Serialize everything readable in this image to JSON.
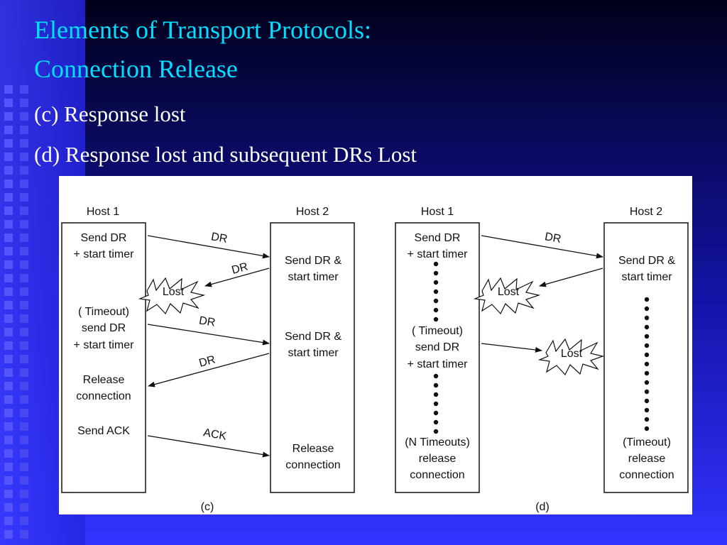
{
  "slide": {
    "title_line1": "Elements of Transport Protocols:",
    "title_line2": "Connection Release",
    "bullets": [
      "(c) Response lost",
      "(d) Response lost and subsequent DRs Lost"
    ]
  },
  "colors": {
    "background": "#2b2bff",
    "title": "#00e0ff",
    "bullet_text": "#ffffff"
  },
  "diagram_c": {
    "caption": "(c)",
    "host1_label": "Host 1",
    "host2_label": "Host 2",
    "host1_text": [
      "Send DR",
      "+ start timer",
      "( Timeout)",
      "send DR",
      "+ start timer",
      "Release",
      "connection",
      "Send ACK"
    ],
    "host2_text": [
      "Send DR &",
      "start timer",
      "Send DR &",
      "start timer",
      "Release",
      "connection"
    ],
    "messages": [
      "DR",
      "DR",
      "DR",
      "DR",
      "ACK"
    ],
    "lost_label": "Lost"
  },
  "diagram_d": {
    "caption": "(d)",
    "host1_label": "Host 1",
    "host2_label": "Host 2",
    "host1_text": [
      "Send DR",
      "+ start timer",
      "( Timeout)",
      "send DR",
      "+ start timer",
      "(N Timeouts)",
      "release",
      "connection"
    ],
    "host2_text": [
      "Send DR &",
      "start timer",
      "(Timeout)",
      "release",
      "connection"
    ],
    "messages": [
      "DR"
    ],
    "lost_labels": [
      "Lost",
      "Lost"
    ]
  }
}
